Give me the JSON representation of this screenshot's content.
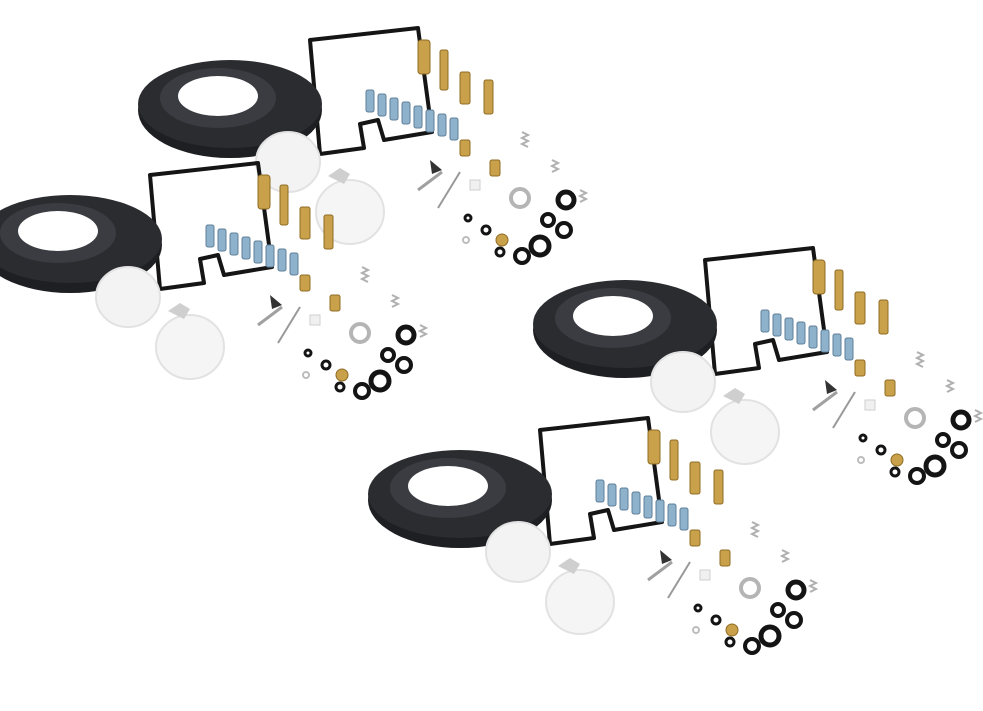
{
  "image": {
    "kit_count": 4,
    "kits": [
      {
        "kind": "carburetor-rebuild-kit"
      },
      {
        "kind": "carburetor-rebuild-kit"
      },
      {
        "kind": "carburetor-rebuild-kit"
      },
      {
        "kind": "carburetor-rebuild-kit"
      }
    ],
    "colors": {
      "background": "#ffffff",
      "diaphragm": "#1e1f22",
      "diaphragm_highlight": "#3a3c41",
      "gasket": "#151515",
      "float": "#f3f3f3",
      "brass": "#c9a14a",
      "brass_dark": "#8f6c24",
      "screw": "#8fb2cc",
      "screw_dark": "#5f7f97",
      "spring": "#b8b8b8",
      "oring": "#141414"
    }
  }
}
